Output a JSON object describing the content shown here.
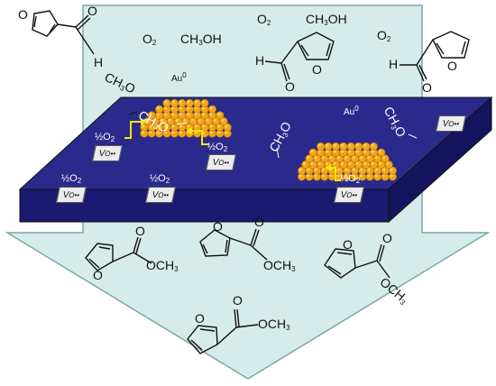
{
  "diagram": {
    "colors": {
      "arrow_fill": "#d6ecea",
      "arrow_stroke": "#7aa9a5",
      "slab_top": "#2a2a8c",
      "slab_front": "#1a1a70",
      "gold": "#f2a51c",
      "gold_highlight": "#ffd35a",
      "yellow_arrow": "#f5e800"
    },
    "gas_labels": {
      "o2_top_left": "O",
      "o2_sub": "2",
      "ch3oh_top_left": "CH",
      "ch3oh_sub": "3",
      "ch3oh_tail": "OH",
      "o2_top_right1": "O",
      "o2_top_right1_sub": "2",
      "ch3oh_top_right": "CH",
      "ch3oh_top_right_sub": "3",
      "ch3oh_top_right_tail": "OH",
      "o2_top_right2": "O",
      "o2_top_right2_sub": "2"
    },
    "furfural_labels": {
      "h": "H",
      "o": "O",
      "ring_o": "O"
    },
    "adsorbed_methoxy": {
      "left_ch": "CH",
      "left_sub": "3",
      "left_o": "O",
      "left_dash": "—",
      "mid_ch": "CH",
      "mid_sub": "3",
      "mid_o": "O",
      "right1_ch": "CH",
      "right1_sub": "3",
      "right1_o": "O",
      "right2_ch": "CH",
      "right2_sub": "3",
      "right2_o": "O"
    },
    "gold": {
      "label_left": "Au",
      "label_left_sup": "0",
      "label_right": "Au",
      "label_right_sup": "0"
    },
    "oxygen_half": "½O",
    "oxygen_sub": "2",
    "vacancy": {
      "v": "V",
      "v_sub": "O",
      "dots": "••"
    },
    "products": {
      "methyl": "OCH",
      "methyl_sub": "3",
      "carbonyl_o": "O",
      "ring_o": "O"
    }
  }
}
